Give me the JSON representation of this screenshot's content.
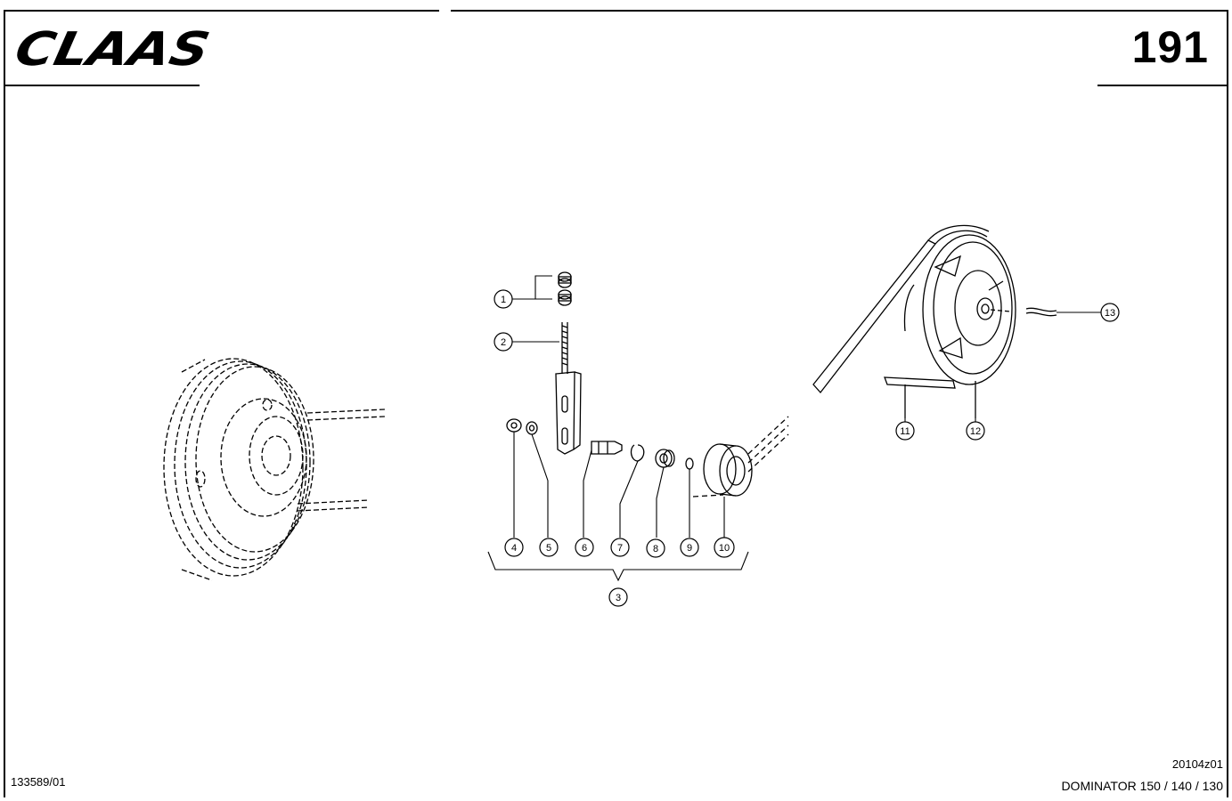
{
  "header": {
    "logo_text": "CLAAS",
    "page_number": "191"
  },
  "callouts": [
    "1",
    "2",
    "3",
    "4",
    "5",
    "6",
    "7",
    "8",
    "9",
    "10",
    "11",
    "12",
    "13"
  ],
  "footer": {
    "document_number": "133589/01",
    "drawing_code": "20104z01",
    "model_line": "DOMINATOR 150 / 140 / 130"
  }
}
